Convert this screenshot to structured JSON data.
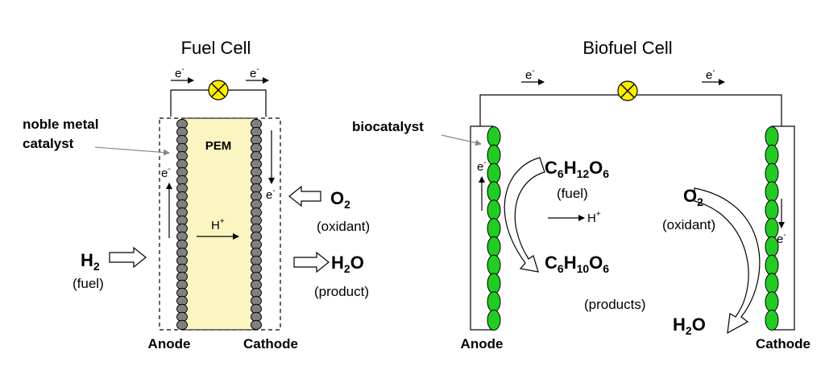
{
  "fuel_cell": {
    "title": "Fuel Cell",
    "electron": "e",
    "electron_charge": "-",
    "catalyst_label_line1": "noble metal",
    "catalyst_label_line2": "catalyst",
    "membrane": "PEM",
    "proton": "H",
    "proton_charge": "+",
    "fuel_formula": "H",
    "fuel_sub": "2",
    "fuel_label": "(fuel)",
    "oxidant_formula": "O",
    "oxidant_sub": "2",
    "oxidant_label": "(oxidant)",
    "product_h": "H",
    "product_sub": "2",
    "product_o": "O",
    "product_label": "(product)",
    "anode": "Anode",
    "cathode": "Cathode"
  },
  "biofuel_cell": {
    "title": "Biofuel Cell",
    "electron": "e",
    "electron_charge": "-",
    "catalyst_label": "biocatalyst",
    "glucose": {
      "c": "C",
      "c_sub": "6",
      "h": "H",
      "h_sub": "12",
      "o": "O",
      "o_sub": "6"
    },
    "fuel_label": "(fuel)",
    "proton": "H",
    "proton_charge": "+",
    "gluconolactone": {
      "c": "C",
      "c_sub": "6",
      "h": "H",
      "h_sub": "10",
      "o": "O",
      "o_sub": "6"
    },
    "products_label": "(products)",
    "oxidant_formula": "O",
    "oxidant_sub": "2",
    "oxidant_label": "(oxidant)",
    "product_h": "H",
    "product_sub": "2",
    "product_o": "O",
    "anode": "Anode",
    "cathode": "Cathode"
  },
  "colors": {
    "pem_fill": "#fbf6c1",
    "catalyst_bead": "#808080",
    "biocatalyst": "#22cc22",
    "lamp": "#ffee00"
  },
  "icons": [
    "lamp-icon",
    "right-arrow-icon",
    "left-arrow-icon"
  ]
}
